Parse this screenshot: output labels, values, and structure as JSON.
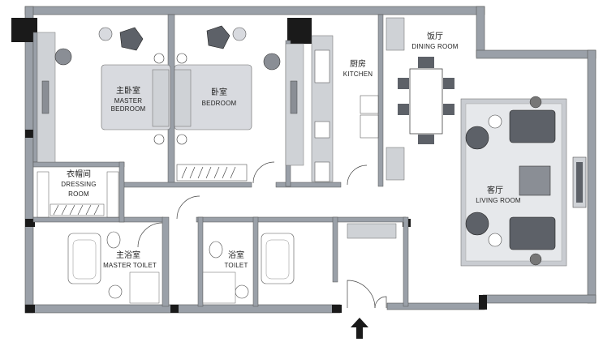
{
  "rooms": {
    "master_bedroom": {
      "zh": "主卧室",
      "en1": "MASTER",
      "en2": "BEDROOM"
    },
    "bedroom": {
      "zh": "卧室",
      "en1": "BEDROOM"
    },
    "kitchen": {
      "zh": "厨房",
      "en1": "KITCHEN"
    },
    "dining": {
      "zh": "饭厅",
      "en1": "DINING ROOM"
    },
    "dressing": {
      "zh": "衣帽间",
      "en1": "DRESSING",
      "en2": "ROOM"
    },
    "master_toilet": {
      "zh": "主浴室",
      "en1": "MASTER TOILET"
    },
    "toilet": {
      "zh": "浴室",
      "en1": "TOILET"
    },
    "living": {
      "zh": "客厅",
      "en1": "LIVING ROOM"
    }
  },
  "colors": {
    "wall": "#9aa0a8",
    "wall_dark": "#1a1a1a",
    "floor": "#ffffff",
    "bed": "#d8dadf",
    "rug": "#c9ccd1",
    "sofa": "#5d6168",
    "cabinet": "#cfd2d6"
  },
  "icons": {
    "entrance": "arrow-up-icon"
  }
}
